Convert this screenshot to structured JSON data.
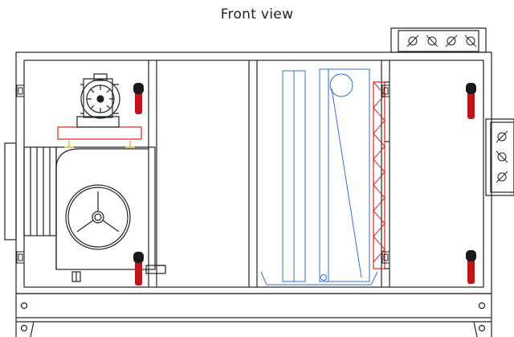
{
  "diagram": {
    "title": "Front view",
    "colors": {
      "outline": "#222222",
      "coil": "#2f6fd6",
      "filter": "#e0201c",
      "handle": "#c0141a",
      "knob": "#1a1a1a",
      "mount": "#e7c25a",
      "background": "#ffffff"
    },
    "components": [
      "air-handling-unit-casing",
      "base-frame",
      "motor",
      "fan-housing",
      "fan-wheel",
      "inlet-duct",
      "cooling-coil",
      "drain-pan",
      "bag-filter",
      "damper-box-top",
      "damper-box-right",
      "door-handles",
      "door-hinges"
    ]
  }
}
